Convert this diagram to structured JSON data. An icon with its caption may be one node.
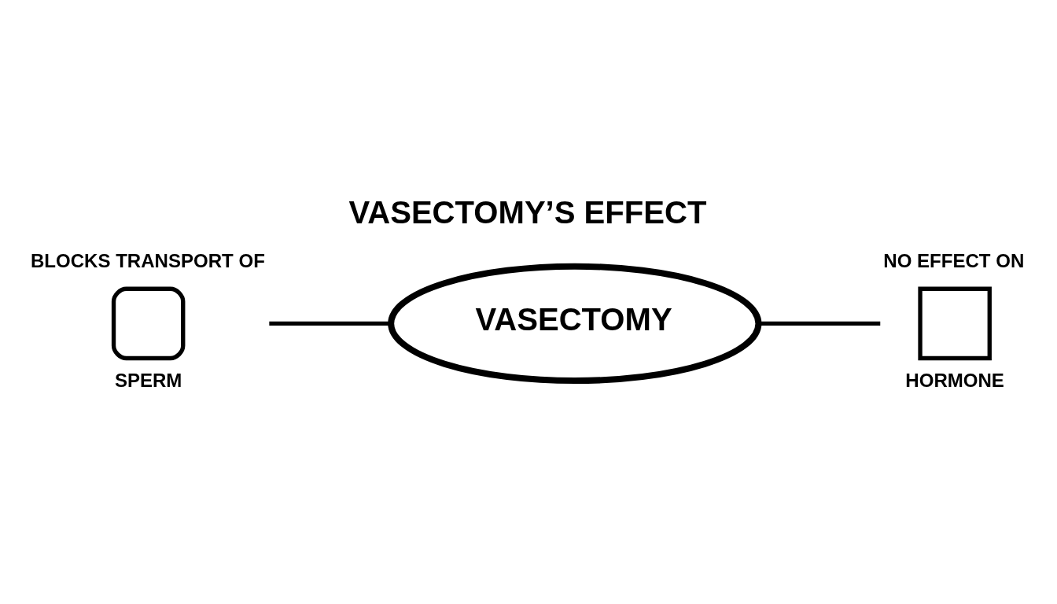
{
  "diagram": {
    "title": "VASECTOMY’S EFFECT",
    "nodes": [
      {
        "text": [
          "BLOCKS TRANSPORT OF",
          "SPERM"
        ]
      },
      {
        "text": [
          "VASECTOMY"
        ]
      },
      {
        "text": [
          "NO EFFECT ON",
          "HORMONE"
        ]
      }
    ],
    "edges": [
      {
        "from": 0,
        "to": 1,
        "arrow": "none"
      },
      {
        "from": 1,
        "to": 2,
        "arrow": "none"
      }
    ]
  }
}
